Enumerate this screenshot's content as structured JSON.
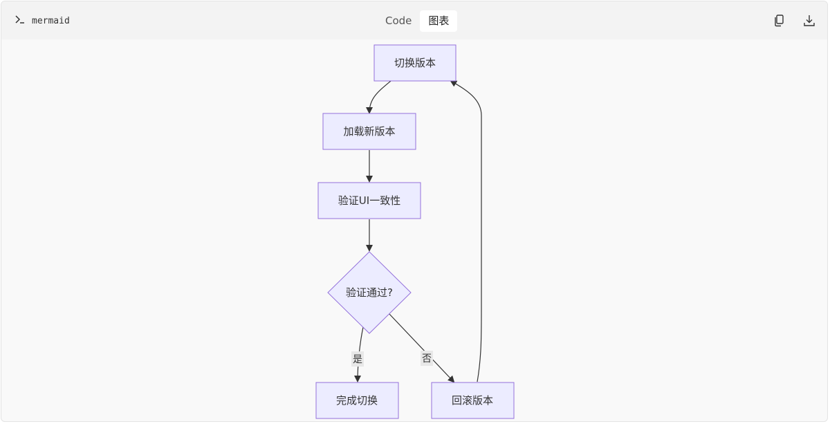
{
  "toolbar": {
    "prompt_icon": "terminal-prompt-icon",
    "language": "mermaid",
    "tabs": [
      "Code",
      "图表"
    ],
    "active_tab": "图表",
    "copy_icon": "copy-icon",
    "download_icon": "download-icon"
  },
  "diagram": {
    "nodes": {
      "switch": "切换版本",
      "load": "加载新版本",
      "verify": "验证UI一致性",
      "decision": "验证通过?",
      "done": "完成切换",
      "rollback": "回滚版本"
    },
    "edge_labels": {
      "yes": "是",
      "no": "否"
    },
    "colors": {
      "node_fill": "#ececff",
      "node_stroke": "#9370db",
      "edge": "#333333",
      "label_bg": "#e8e8e8"
    }
  }
}
